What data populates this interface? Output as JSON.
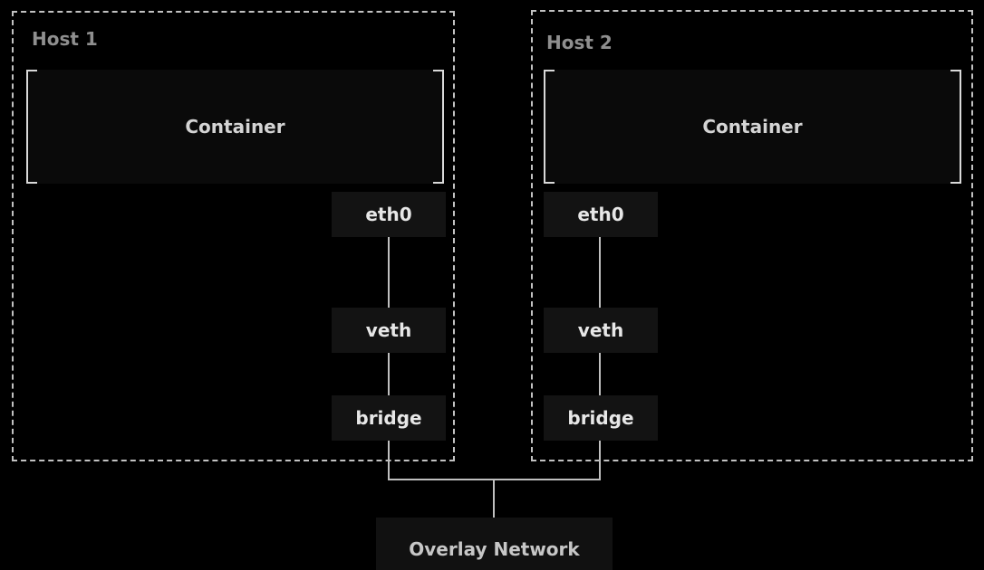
{
  "colors": {
    "background": "#000000",
    "dashed_border": "#c2c2c2",
    "container_bracket": "#d9d9d9",
    "connector_line": "#bfbfbf",
    "host_label_text": "#8f8f8f",
    "container_text": "#d4d4d4",
    "node_text": "#e7e7e7",
    "overlay_text": "#c7c7c7",
    "container_fill": "#0a0a0a",
    "node_fill": "#131313",
    "overlay_fill": "#111111"
  },
  "hosts": [
    {
      "label": "Host 1",
      "container_label": "Container",
      "nodes": [
        {
          "label": "eth0"
        },
        {
          "label": "veth"
        },
        {
          "label": "bridge"
        }
      ]
    },
    {
      "label": "Host 2",
      "container_label": "Container",
      "nodes": [
        {
          "label": "eth0"
        },
        {
          "label": "veth"
        },
        {
          "label": "bridge"
        }
      ]
    }
  ],
  "overlay_network": {
    "label": "Overlay Network"
  }
}
